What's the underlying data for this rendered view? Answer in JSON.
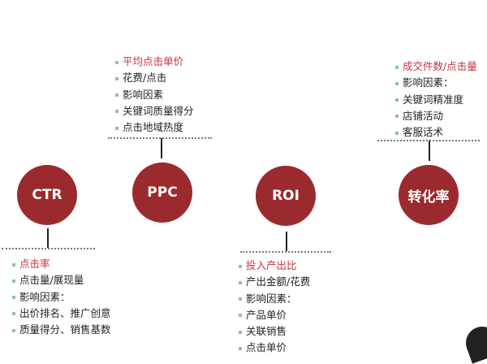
{
  "nodes": {
    "ctr": {
      "label": "CTR",
      "items": [
        "点击率",
        "点击量/展现量",
        "影响因素：",
        "出价排名、推广创意",
        "质量得分、销售基数"
      ]
    },
    "ppc": {
      "label": "PPC",
      "items": [
        "平均点击单价",
        "花费/点击",
        "影响因素",
        "关键词质量得分",
        "点击地域热度"
      ]
    },
    "roi": {
      "label": "ROI",
      "items": [
        "投入产出比",
        "产出金额/花费",
        "影响因素：",
        "产品单价",
        "关联销售",
        "点击单价"
      ]
    },
    "cvr": {
      "label": "转化率",
      "items": [
        "成交件数/点击量",
        "影响因素：",
        "关键词精准度",
        "店铺活动",
        "客服话术"
      ]
    }
  },
  "colors": {
    "circle": "#9b2a2e",
    "highlight": "#c8323a"
  }
}
